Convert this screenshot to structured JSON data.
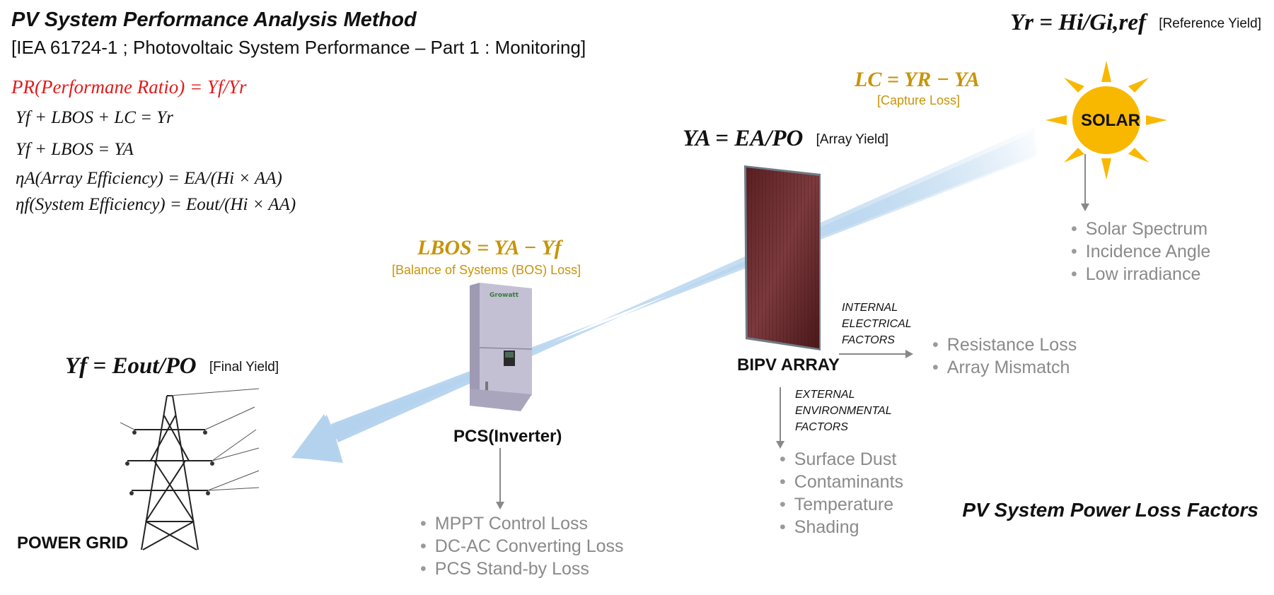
{
  "header": {
    "title": "PV System Performance Analysis Method",
    "subtitle": "[IEA 61724-1 ; Photovoltaic System Performance – Part 1 : Monitoring]"
  },
  "equations": {
    "pr": "PR(Performane Ratio) = Yf/Yr",
    "eq1": "Yf + LBOS + LC = Yr",
    "eq2": "Yf + LBOS = YA",
    "eq3": "ηA(Array Efficiency) = EA/(Hi × AA)",
    "eq4": "ηf(System Efficiency) = Eout/(Hi × AA)"
  },
  "yields": {
    "reference": {
      "formula": "Yr = Hi/Gi,ref",
      "label": "[Reference Yield]"
    },
    "array": {
      "formula": "YA = EA/PO",
      "label": "[Array Yield]"
    },
    "final": {
      "formula": "Yf = Eout/PO",
      "label": "[Final Yield]"
    }
  },
  "losses": {
    "capture": {
      "formula": "LC = YR − YA",
      "label": "[Capture Loss]"
    },
    "bos": {
      "formula": "LBOS = YA − Yf",
      "label": "[Balance of Systems (BOS) Loss]"
    }
  },
  "components": {
    "solar": "SOLAR",
    "array": "BIPV ARRAY",
    "inverter": "PCS(Inverter)",
    "grid": "POWER GRID",
    "inverter_brand": "Growatt"
  },
  "factors": {
    "internal": [
      "INTERNAL",
      "ELECTRICAL",
      "FACTORS"
    ],
    "external": [
      "EXTERNAL",
      "ENVIRONMENTAL",
      "FACTORS"
    ]
  },
  "lists": {
    "solar": [
      "Solar Spectrum",
      "Incidence Angle",
      "Low irradiance"
    ],
    "internal": [
      "Resistance Loss",
      "Array Mismatch"
    ],
    "external": [
      "Surface Dust",
      "Contaminants",
      "Temperature",
      "Shading"
    ],
    "inverter": [
      "MPPT Control Loss",
      "DC-AC Converting Loss",
      "PCS Stand-by Loss"
    ]
  },
  "footer": "PV System Power Loss Factors",
  "colors": {
    "loss_gold": "#c8940a",
    "pr_red": "#e01b1b",
    "sun": "#f9b800",
    "arrow": "#b9d6ef",
    "bullet_gray": "#8a8a8a"
  },
  "icons": [
    "sun-icon",
    "bipv-panel-icon",
    "inverter-icon",
    "power-tower-icon",
    "energy-flow-arrow"
  ]
}
